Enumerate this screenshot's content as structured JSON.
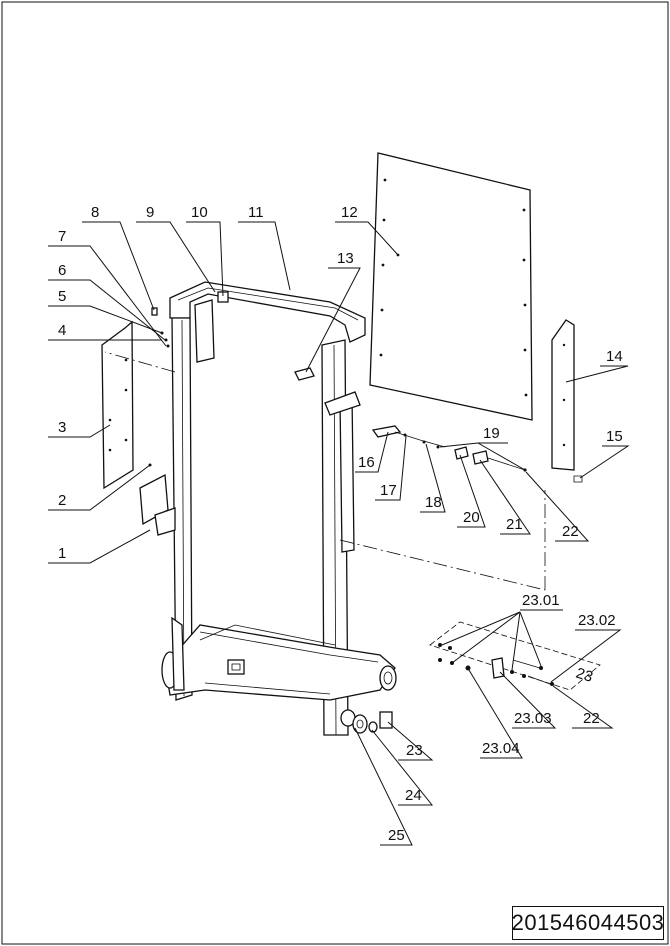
{
  "callouts": [
    "1",
    "2",
    "3",
    "4",
    "5",
    "6",
    "7",
    "8",
    "9",
    "10",
    "11",
    "12",
    "13",
    "14",
    "15",
    "16",
    "17",
    "18",
    "19",
    "20",
    "21",
    "22",
    "23",
    "24",
    "25",
    "23.01",
    "23.02",
    "23.03",
    "23.04",
    "22"
  ],
  "plate_label": "23",
  "drawing_number": "201546044503"
}
